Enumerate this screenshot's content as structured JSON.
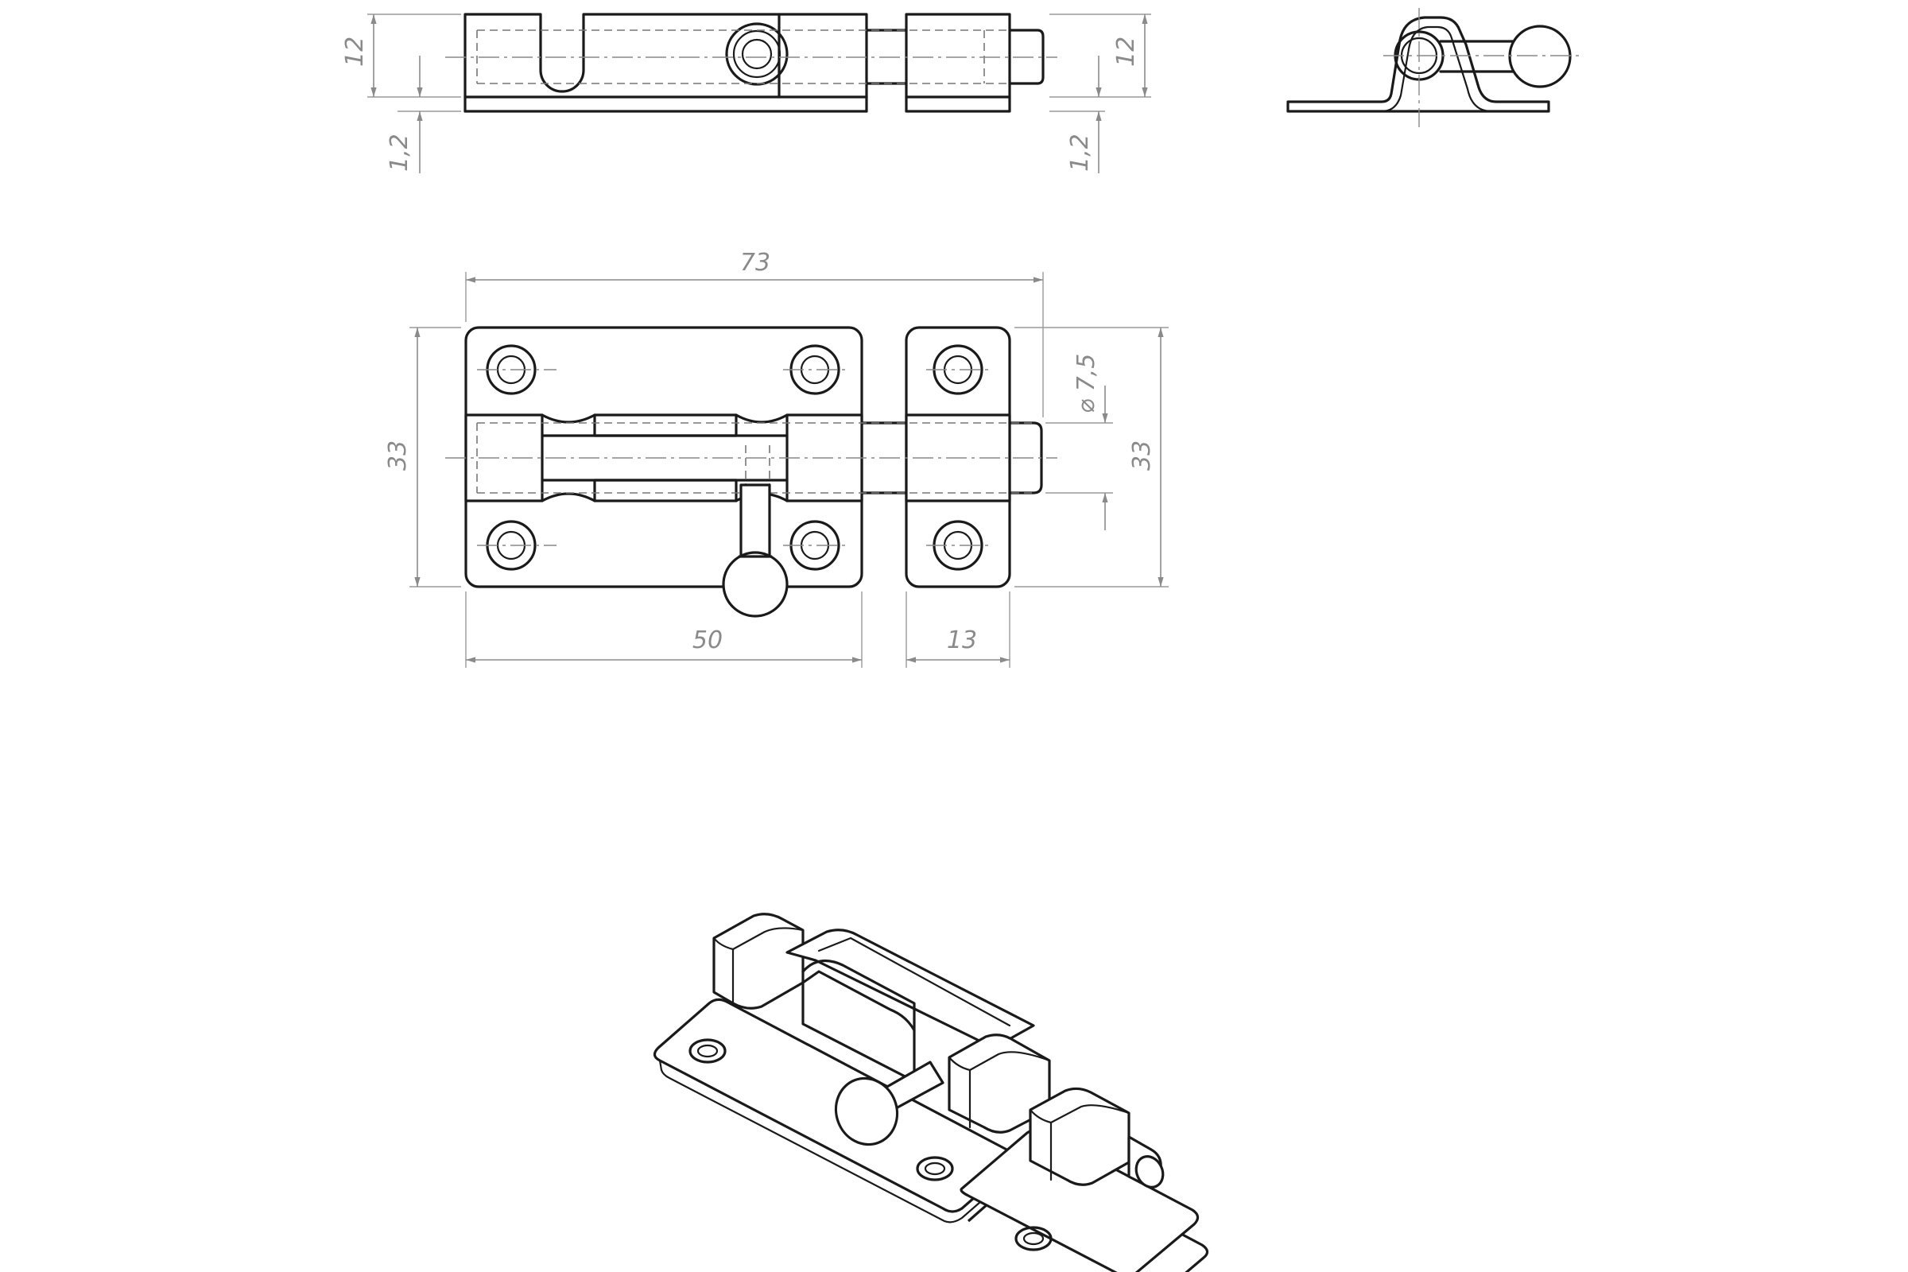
{
  "dimensions": {
    "top_left_height": "12",
    "top_left_thickness": "1,2",
    "top_right_height": "12",
    "top_right_thickness": "1,2",
    "overall_length": "73",
    "diameter": "⌀ 7,5",
    "height_left": "33",
    "height_right": "33",
    "body_length": "50",
    "keeper_length": "13"
  },
  "colors": {
    "line": "#1a1a1a",
    "dimension": "#8a8a8a",
    "background": "#ffffff"
  }
}
